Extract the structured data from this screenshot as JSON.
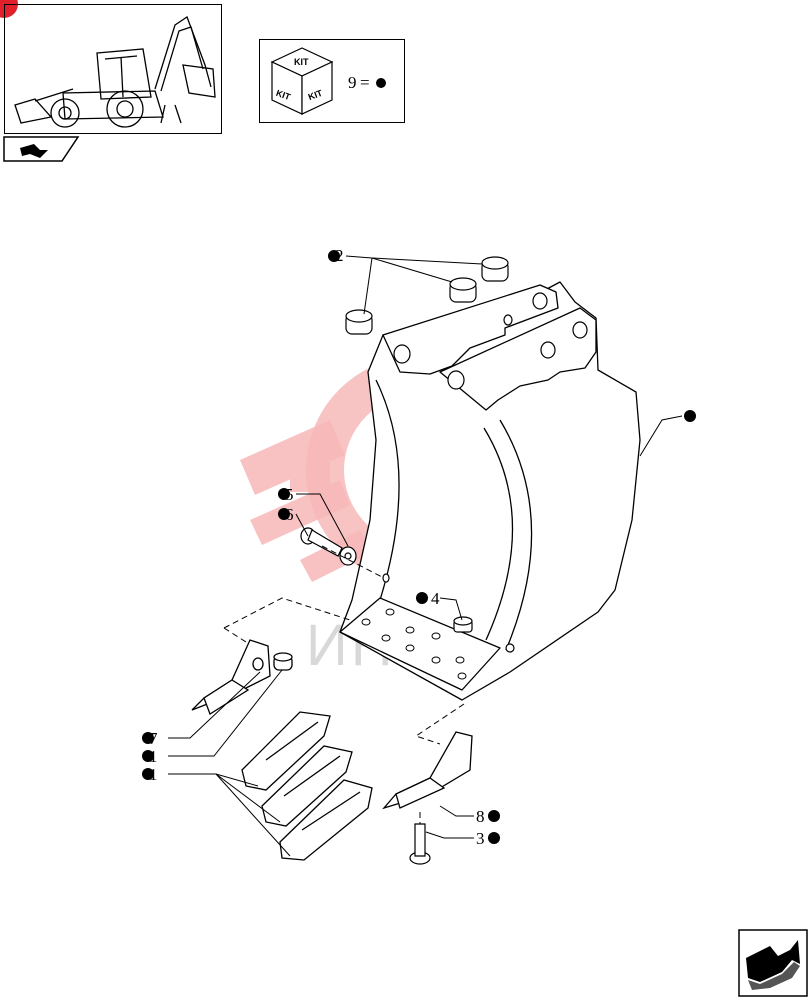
{
  "kit_box": {
    "kit_label": "KIT",
    "legend_number": "9",
    "legend_equals": "="
  },
  "watermark": {
    "text": "ИНТЕХ"
  },
  "callouts": {
    "c2": "2",
    "c5": "5",
    "c6": "6",
    "c4": "4",
    "c7": "7",
    "c1": "1",
    "c8": "8",
    "c3": "3"
  },
  "colors": {
    "watermark_logo": "#f5b5b5",
    "line": "#000000",
    "corner_marker": "#e0202a"
  },
  "icons": [
    "backhoe-loader-thumbnail",
    "kit-cube-icon",
    "nav-arrow-icon",
    "next-page-arrow-icon"
  ]
}
